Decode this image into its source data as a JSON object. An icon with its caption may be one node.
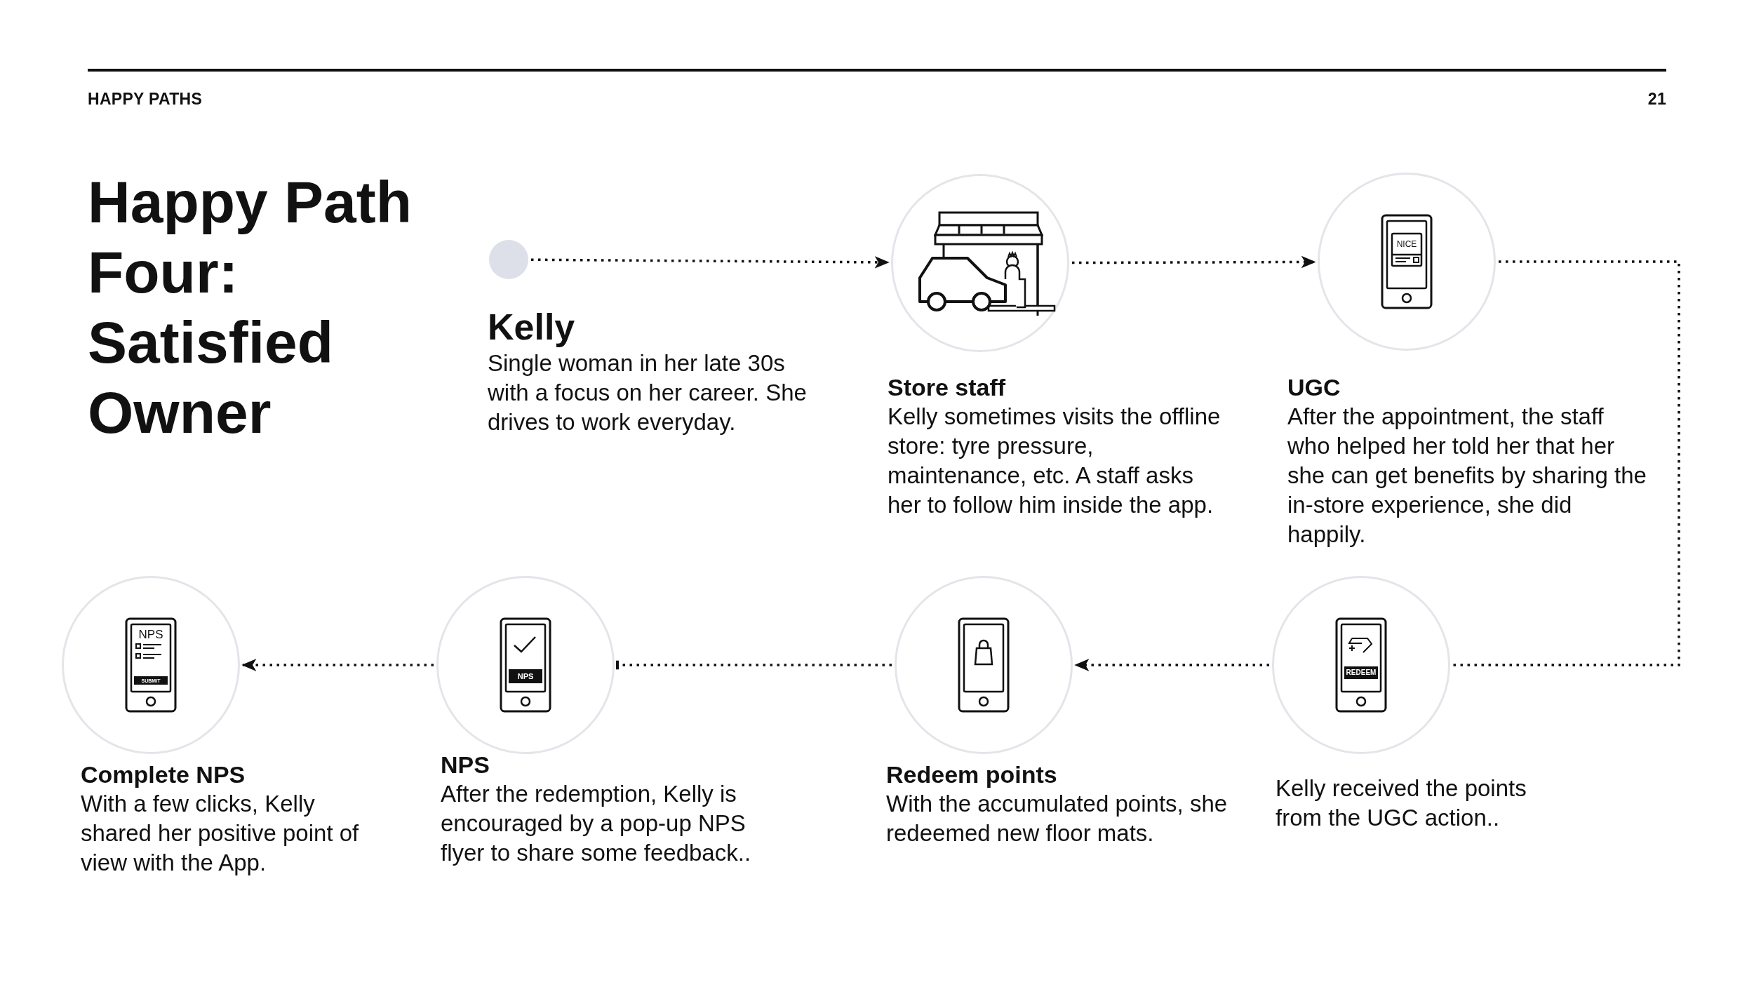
{
  "diagram": {
    "title": "Happy Path Four: Satisfied Owner",
    "nodes": [
      {
        "text": [
          "Kelly",
          "Single woman in her late 30s with a focus on her career. She drives to work everyday."
        ]
      },
      {
        "text": [
          "Store staff",
          "Kelly sometimes visits the offline store: tyre pressure, maintenance, etc. A staff asks her to follow him inside the app."
        ]
      },
      {
        "text": [
          "UGC",
          "After the appointment, the staff who helped her told her that her she can get benefits by sharing the in-store experience, she did happily."
        ]
      },
      {
        "text": [
          "Kelly received the points from the UGC action.."
        ]
      },
      {
        "text": [
          "Redeem points",
          "With the accumulated points, she redeemed new floor mats."
        ]
      },
      {
        "text": [
          "NPS",
          "After the redemption, Kelly is encouraged by a pop-up NPS flyer to share some feedback.."
        ]
      },
      {
        "text": [
          "Complete NPS",
          "With a few clicks, Kelly shared her positive point of view with the App."
        ]
      }
    ],
    "edges": [
      {
        "from": 0,
        "to": 1,
        "arrow": "to"
      },
      {
        "from": 1,
        "to": 2,
        "arrow": "to"
      },
      {
        "from": 2,
        "to": 3,
        "arrow": "none"
      },
      {
        "from": 3,
        "to": 4,
        "arrow": "to"
      },
      {
        "from": 4,
        "to": 5,
        "arrow": "other"
      },
      {
        "from": 5,
        "to": 6,
        "arrow": "to"
      }
    ],
    "labels": [
      "HAPPY PATHS",
      "21",
      "NICE",
      "REDEEM",
      "NPS",
      "NPS",
      "SUBMIT"
    ]
  }
}
